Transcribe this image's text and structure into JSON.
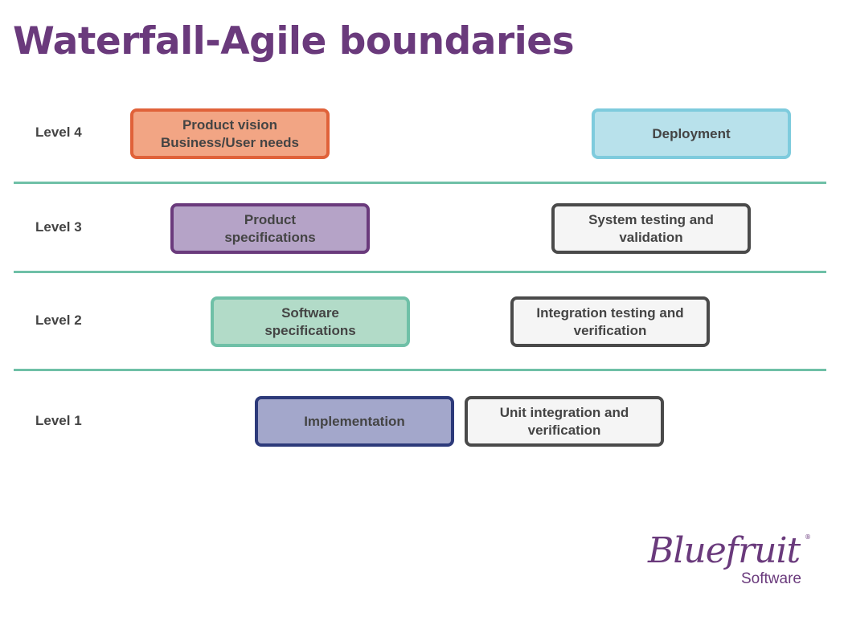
{
  "title": "Waterfall-Agile boundaries",
  "levels": [
    "Level 4",
    "Level 3",
    "Level 2",
    "Level 1"
  ],
  "boxes": {
    "product_vision": {
      "lines": [
        "Product vision",
        "Business/User needs"
      ],
      "border": "#e0623a",
      "fill": "#f2a584"
    },
    "deployment": {
      "lines": [
        "Deployment"
      ],
      "border": "#7ecbdd",
      "fill": "#b8e1eb"
    },
    "product_specifications": {
      "lines": [
        "Product",
        "specifications"
      ],
      "border": "#6a3a7c",
      "fill": "#b5a3c7"
    },
    "system_testing": {
      "lines": [
        "System testing and",
        "validation"
      ],
      "border": "#4a4a4a",
      "fill": "#f5f5f5"
    },
    "software_specifications": {
      "lines": [
        "Software",
        "specifications"
      ],
      "border": "#6fc0a7",
      "fill": "#b2dbc8"
    },
    "integration_testing": {
      "lines": [
        "Integration testing and",
        "verification"
      ],
      "border": "#4a4a4a",
      "fill": "#f5f5f5"
    },
    "implementation": {
      "lines": [
        "Implementation"
      ],
      "border": "#2d3a7a",
      "fill": "#a3a7cb"
    },
    "unit_integration": {
      "lines": [
        "Unit integration and",
        "verification"
      ],
      "border": "#4a4a4a",
      "fill": "#f5f5f5"
    }
  },
  "divider_color": "#6fc0a7",
  "logo": {
    "script": "Bluefruit",
    "registered": "®",
    "sub": "Software",
    "color": "#6a3a7c"
  }
}
